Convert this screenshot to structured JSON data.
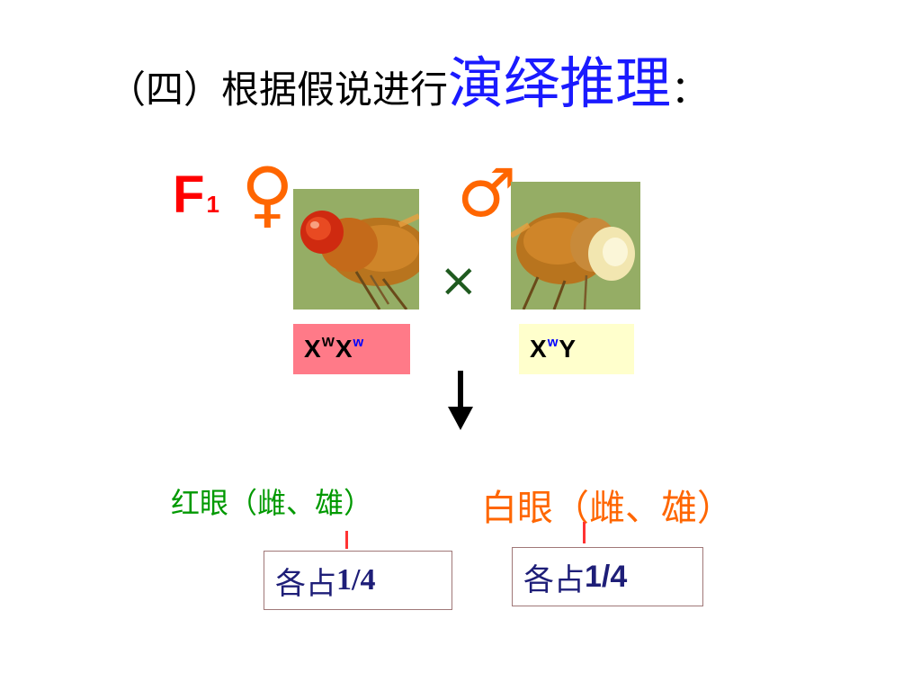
{
  "title": {
    "plain": "（四）根据假说进行",
    "emphasis": "演绎推理",
    "colon": "："
  },
  "generation": {
    "letter": "F",
    "subscript": "1"
  },
  "symbols": {
    "female": "♀",
    "male": "♂",
    "cross": "×"
  },
  "genotypes": {
    "female": {
      "x1": "X",
      "sup1": "W",
      "x2": "X",
      "sup2": "w"
    },
    "male": {
      "x1": "X",
      "sup1": "w",
      "y": "Y"
    }
  },
  "phenotypes": {
    "red": "红眼（雌、雄）",
    "white": "白眼（雌、雄）"
  },
  "ratios": {
    "left_prefix": "各占",
    "left_value": "1/4",
    "right_prefix": "各占",
    "right_value": "1/4"
  },
  "colors": {
    "title_emphasis": "#1a1aff",
    "f1": "#ff0000",
    "gender": "#ff6600",
    "red_phenotype": "#009900",
    "white_phenotype": "#ff6600",
    "female_genotype_bg": "#ff7a88",
    "male_genotype_bg": "#ffffcc",
    "ratio_text": "#1e1e78"
  }
}
